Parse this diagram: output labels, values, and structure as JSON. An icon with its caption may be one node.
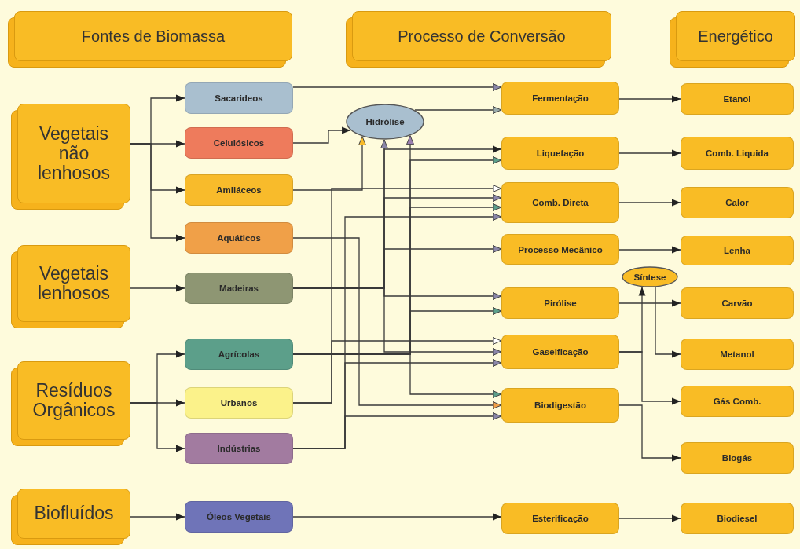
{
  "diagram": {
    "nodes": [
      {
        "text": [
          "Fontes de Biomassa"
        ]
      },
      {
        "text": [
          "Processo de Conversão"
        ]
      },
      {
        "text": [
          "Energético"
        ]
      },
      {
        "text": [
          "Vegetais não lenhosos"
        ]
      },
      {
        "text": [
          "Vegetais lenhosos"
        ]
      },
      {
        "text": [
          "Resíduos Orgânicos"
        ]
      },
      {
        "text": [
          "Biofluídos"
        ]
      },
      {
        "text": [
          "Sacarideos"
        ]
      },
      {
        "text": [
          "Celulósicos"
        ]
      },
      {
        "text": [
          "Amiláceos"
        ]
      },
      {
        "text": [
          "Aquáticos"
        ]
      },
      {
        "text": [
          "Madeiras"
        ]
      },
      {
        "text": [
          "Agrícolas"
        ]
      },
      {
        "text": [
          "Urbanos"
        ]
      },
      {
        "text": [
          "Indústrias"
        ]
      },
      {
        "text": [
          "Óleos Vegetais"
        ]
      },
      {
        "text": [
          "Hidrólise"
        ]
      },
      {
        "text": [
          "Fermentação"
        ]
      },
      {
        "text": [
          "Liquefação"
        ]
      },
      {
        "text": [
          "Comb. Direta"
        ]
      },
      {
        "text": [
          "Processo Mecânico"
        ]
      },
      {
        "text": [
          "Pirólise"
        ]
      },
      {
        "text": [
          "Gaseificação"
        ]
      },
      {
        "text": [
          "Biodigestão"
        ]
      },
      {
        "text": [
          "Esterificação"
        ]
      },
      {
        "text": [
          "Síntese"
        ]
      },
      {
        "text": [
          "Etanol"
        ]
      },
      {
        "text": [
          "Comb. Liquida"
        ]
      },
      {
        "text": [
          "Calor"
        ]
      },
      {
        "text": [
          "Lenha"
        ]
      },
      {
        "text": [
          "Carvão"
        ]
      },
      {
        "text": [
          "Metanol"
        ]
      },
      {
        "text": [
          "Gás Comb."
        ]
      },
      {
        "text": [
          "Biogás"
        ]
      },
      {
        "text": [
          "Biodiesel"
        ]
      }
    ],
    "edges": [
      {
        "from": 3,
        "to": 7,
        "arrow": "to"
      },
      {
        "from": 3,
        "to": 8,
        "arrow": "to"
      },
      {
        "from": 3,
        "to": 9,
        "arrow": "to"
      },
      {
        "from": 3,
        "to": 10,
        "arrow": "to"
      },
      {
        "from": 4,
        "to": 11,
        "arrow": "to"
      },
      {
        "from": 5,
        "to": 12,
        "arrow": "to"
      },
      {
        "from": 5,
        "to": 13,
        "arrow": "to"
      },
      {
        "from": 5,
        "to": 14,
        "arrow": "to"
      },
      {
        "from": 6,
        "to": 15,
        "arrow": "to"
      },
      {
        "from": 7,
        "to": 17,
        "arrow": "to"
      },
      {
        "from": 8,
        "to": 16,
        "arrow": "to"
      },
      {
        "from": 9,
        "to": 16,
        "arrow": "to"
      },
      {
        "from": 16,
        "to": 17,
        "arrow": "to"
      },
      {
        "from": 11,
        "to": 16,
        "arrow": "to"
      },
      {
        "from": 11,
        "to": 18,
        "arrow": "to"
      },
      {
        "from": 11,
        "to": 19,
        "arrow": "to"
      },
      {
        "from": 11,
        "to": 20,
        "arrow": "to"
      },
      {
        "from": 11,
        "to": 21,
        "arrow": "to"
      },
      {
        "from": 11,
        "to": 22,
        "arrow": "to"
      },
      {
        "from": 12,
        "to": 16,
        "arrow": "to"
      },
      {
        "from": 12,
        "to": 18,
        "arrow": "to"
      },
      {
        "from": 12,
        "to": 19,
        "arrow": "to"
      },
      {
        "from": 12,
        "to": 21,
        "arrow": "to"
      },
      {
        "from": 12,
        "to": 23,
        "arrow": "to"
      },
      {
        "from": 13,
        "to": 19,
        "arrow": "to"
      },
      {
        "from": 13,
        "to": 22,
        "arrow": "to"
      },
      {
        "from": 14,
        "to": 19,
        "arrow": "to"
      },
      {
        "from": 14,
        "to": 22,
        "arrow": "to"
      },
      {
        "from": 14,
        "to": 23,
        "arrow": "to"
      },
      {
        "from": 10,
        "to": 23,
        "arrow": "to"
      },
      {
        "from": 15,
        "to": 24,
        "arrow": "to"
      },
      {
        "from": 17,
        "to": 26,
        "arrow": "to"
      },
      {
        "from": 18,
        "to": 27,
        "arrow": "to"
      },
      {
        "from": 19,
        "to": 28,
        "arrow": "to"
      },
      {
        "from": 20,
        "to": 29,
        "arrow": "to"
      },
      {
        "from": 21,
        "to": 30,
        "arrow": "to"
      },
      {
        "from": 22,
        "to": 25,
        "arrow": "to"
      },
      {
        "from": 22,
        "to": 32,
        "arrow": "to"
      },
      {
        "from": 25,
        "to": 31,
        "arrow": "to"
      },
      {
        "from": 23,
        "to": 33,
        "arrow": "to"
      },
      {
        "from": 24,
        "to": 34,
        "arrow": "to"
      }
    ]
  }
}
